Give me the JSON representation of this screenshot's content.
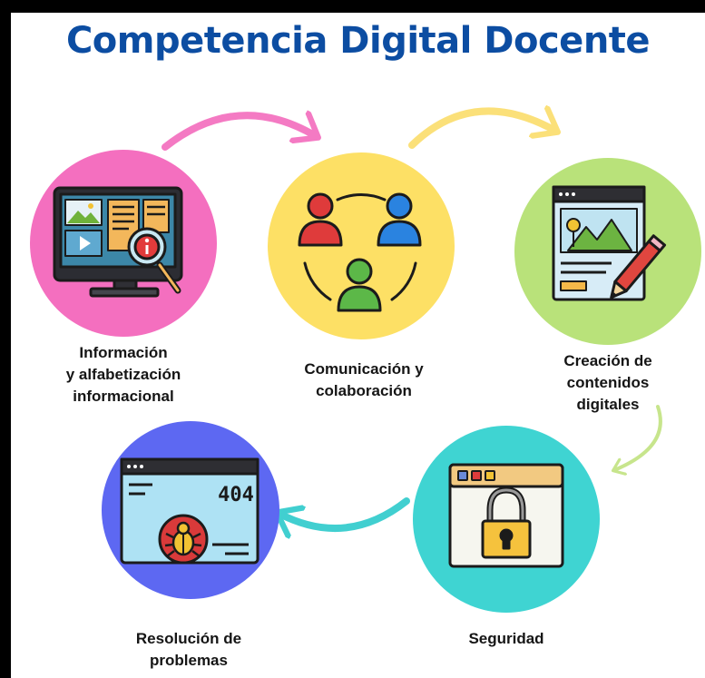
{
  "title": "Competencia Digital Docente",
  "competencies": [
    {
      "id": "informacion",
      "label": "Información\ny alfabetización\ninformacional",
      "circle_color": "#f46fbf",
      "icon": "monitor-magnifier-icon"
    },
    {
      "id": "comunicacion",
      "label": "Comunicación y\ncolaboración",
      "circle_color": "#fde065",
      "icon": "people-network-icon"
    },
    {
      "id": "creacion",
      "label": "Creación de\ncontenidos\ndigitales",
      "circle_color": "#b9e27a",
      "icon": "document-pencil-icon"
    },
    {
      "id": "seguridad",
      "label": "Seguridad",
      "circle_color": "#3fd4d2",
      "icon": "browser-padlock-icon"
    },
    {
      "id": "resolucion",
      "label": "Resolución de\nproblemas",
      "circle_color": "#5d68f2",
      "icon": "browser-bug-404-icon"
    }
  ],
  "icon_texts": {
    "error_code": "404"
  },
  "arrow_colors": [
    "#f47ac3",
    "#fbe079",
    "#c7e58c",
    "#41cfd0"
  ]
}
